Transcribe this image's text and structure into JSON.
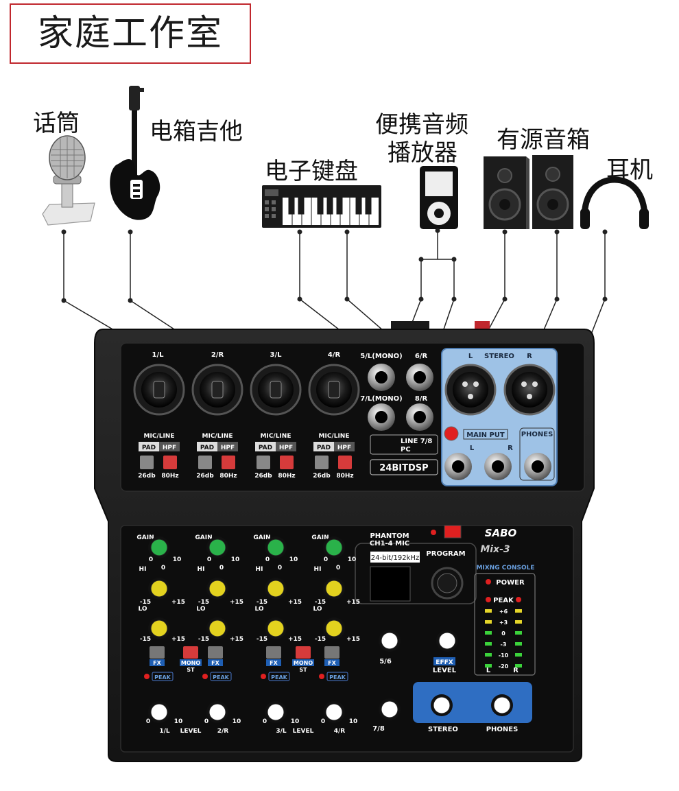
{
  "title": "家庭工作室",
  "devices": {
    "mic": "话筒",
    "guitar": "电箱吉他",
    "keyboard": "电子键盘",
    "player_line1": "便携音频",
    "player_line2": "播放器",
    "speakers": "有源音箱",
    "headphones": "耳机"
  },
  "mixer": {
    "channels": [
      "1/L",
      "2/R",
      "3/L",
      "4/R"
    ],
    "jack_labels": [
      "5/L(MONO)",
      "6/R",
      "7/L(MONO)",
      "8/R"
    ],
    "combo_sub": "MIC/LINE",
    "pad": "PAD",
    "hpf": "HPF",
    "db": "26db",
    "hz": "80Hz",
    "line_pc_1": "LINE 7/8",
    "line_pc_2": "PC",
    "dsp": "24BITDSP",
    "stereo": "STEREO",
    "stereo_l": "L",
    "stereo_r": "R",
    "mainput": "MAIN PUT",
    "mp_l": "L",
    "mp_r": "R",
    "phones_top": "PHONES",
    "gain": "GAIN",
    "hi": "HI",
    "lo": "LO",
    "eq_min": "-15",
    "eq_max": "+15",
    "eq_zero": "0",
    "knob_min": "0",
    "knob_max": "10",
    "fx": "FX",
    "mono": "MONO",
    "st": "ST",
    "peak": "PEAK",
    "level": "LEVEL",
    "phantom_1": "PHANTOM",
    "phantom_2": "CH1-4 MIC",
    "bitrate": "24-bit/192kHz",
    "program": "PROGRAM",
    "ch56": "5/6",
    "ch78": "7/8",
    "effx": "EFFX",
    "fx_level": "LEVEL",
    "brand": "SABO",
    "model": "Mix-3",
    "console": "MIXNG CONSOLE",
    "power": "POWER",
    "meter_peak": "PEAK",
    "meter_scale": [
      "+6",
      "+3",
      "0",
      "-3",
      "-10",
      "-20"
    ],
    "meter_l": "L",
    "meter_r": "R",
    "bottom_stereo": "STEREO",
    "bottom_phones": "PHONES"
  },
  "colors": {
    "title_border": "#c0272d",
    "gain_knob": "#2ab24a",
    "eq_knob": "#e3d21f",
    "blue_panel": "#9ec2e6",
    "mono_button": "#d63b3b",
    "fx_tag": "#1f5fb4",
    "led_red": "#e02020",
    "led_green": "#3bd23b",
    "led_yellow": "#e6d72a"
  }
}
